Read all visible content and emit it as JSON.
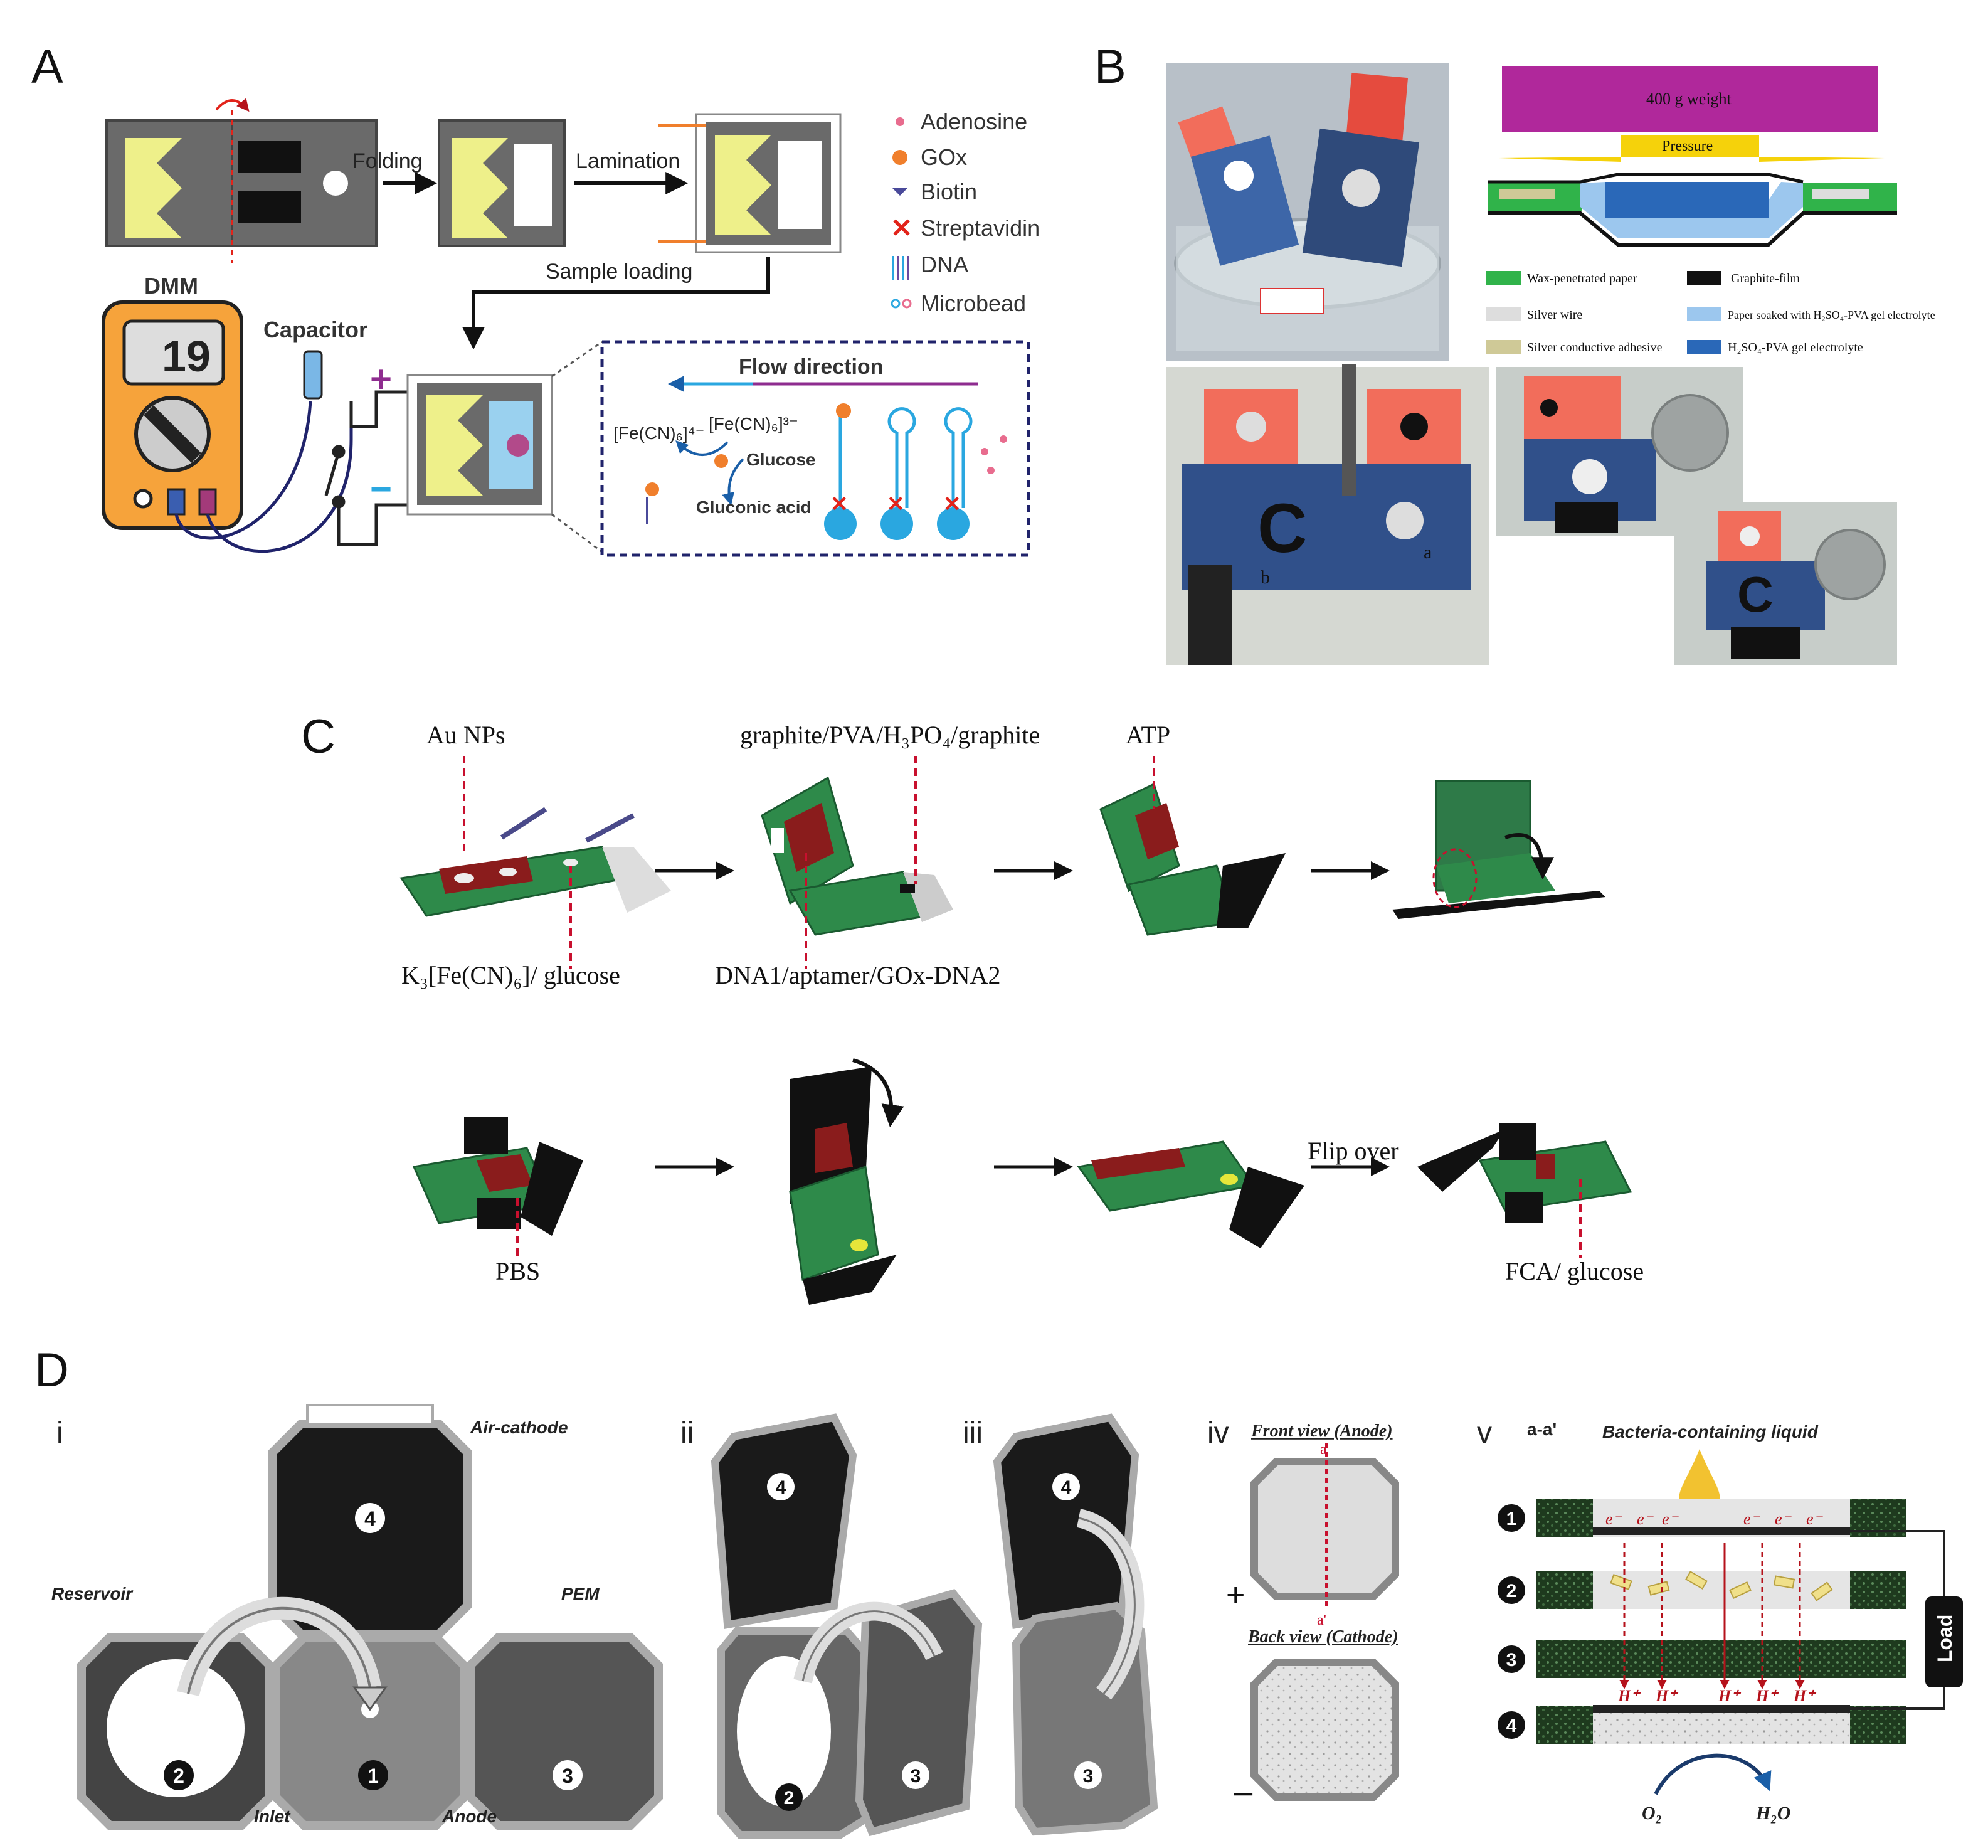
{
  "panels": {
    "A": {
      "label": "A",
      "steps": [
        "Folding",
        "Lamination",
        "Sample loading"
      ],
      "meter_label": "DMM",
      "meter_reading": "19",
      "capacitor_label": "Capacitor",
      "plus": "+",
      "minus": "−",
      "legend": [
        "Adenosine",
        "GOx",
        "Biotin",
        "Streptavidin",
        "DNA",
        "Microbead"
      ],
      "flow_direction": "Flow direction",
      "ferri": "[Fe(CN)₆]³⁻",
      "ferro": "[Fe(CN)₆]⁴⁻",
      "glucose": "Glucose",
      "gluconic": "Gluconic acid",
      "colors": {
        "pink": "#e86c8e",
        "orange": "#f07f2c",
        "purple": "#8e2c8f",
        "red": "#e2231a",
        "blue": "#2aa7e0",
        "yellow": "#eef08a",
        "gray": "#666666"
      }
    },
    "B": {
      "label": "B",
      "weight": "400 g weight",
      "pressure": "Pressure",
      "legend": [
        "Wax-penetrated paper",
        "Graphite-film",
        "Silver wire",
        "Paper soaked with H₂SO₄-PVA gel electrolyte",
        "Silver conductive adhesive",
        "H₂SO₄-PVA gel electrolyte"
      ],
      "photo_labels": [
        "a",
        "b"
      ],
      "colors": {
        "weight": "#b0289b",
        "pressure": "#f5d20b",
        "wax": "#30b34a",
        "graphite": "#111111",
        "silver": "#dddddd",
        "paper_gel": "#9cc7ee",
        "adhesive": "#cfc997",
        "gel": "#2a68b8"
      }
    },
    "C": {
      "label": "C",
      "labels_top": [
        "Au NPs",
        "graphite/PVA/H₃PO₄/graphite",
        "ATP"
      ],
      "labels_bottom": [
        "K₃[Fe(CN)₆]/ glucose",
        "DNA1/aptamer/GOx-DNA2"
      ],
      "labels_row2": [
        "PBS",
        "Flip over",
        "FCA/ glucose"
      ]
    },
    "D": {
      "label": "D",
      "subpanels": [
        "i",
        "ii",
        "iii",
        "iv",
        "v"
      ],
      "i_labels": [
        "Air-cathode",
        "Reservoir",
        "PEM",
        "Inlet",
        "Anode"
      ],
      "numbers": [
        "1",
        "2",
        "3",
        "4"
      ],
      "iv_front": "Front view (Anode)",
      "iv_back": "Back view (Cathode)",
      "iv_a": "a",
      "iv_a_prime": "a'",
      "v_section": "a-a'",
      "v_liquid": "Bacteria-containing liquid",
      "electron": "e⁻",
      "proton": "H⁺",
      "load": "Load",
      "o2": "O₂",
      "h2o": "H₂O"
    }
  }
}
